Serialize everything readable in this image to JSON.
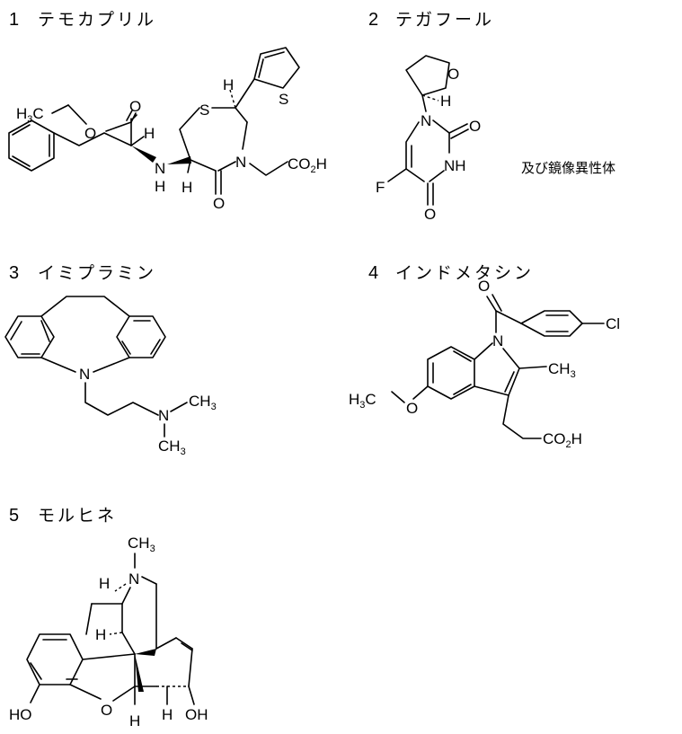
{
  "compounds": [
    {
      "number": "1",
      "name": "テモカプリル"
    },
    {
      "number": "2",
      "name": "テガフール"
    },
    {
      "number": "3",
      "name": "イミプラミン"
    },
    {
      "number": "4",
      "name": "インドメタシン"
    },
    {
      "number": "5",
      "name": "モルヒネ"
    }
  ],
  "atoms": {
    "H": "H",
    "O": "O",
    "N": "N",
    "S": "S",
    "F": "F",
    "Cl": "Cl",
    "NH": "NH",
    "C": "C",
    "CH": "CH",
    "CO": "CO",
    "HO": "HO",
    "OH": "OH",
    "sub2": "2",
    "sub3": "3"
  },
  "tegafur_note": "及び鏡像異性体"
}
